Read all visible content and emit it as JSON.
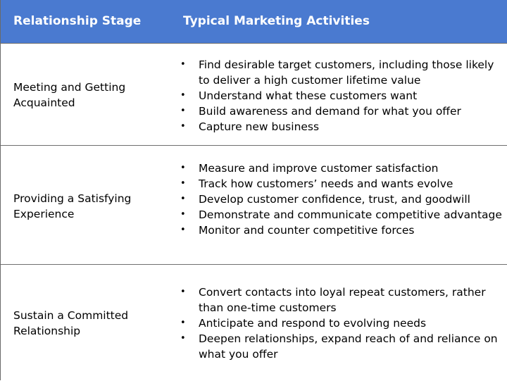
{
  "header": {
    "stage_label": "Relationship Stage",
    "activities_label": "Typical Marketing Activities"
  },
  "rows": [
    {
      "stage": "Meeting and Getting Acquainted",
      "activities": [
        "Find desirable target customers, including those likely to deliver a high customer lifetime value",
        "Understand what these customers want",
        "Build awareness and demand for what you offer",
        "Capture new business"
      ]
    },
    {
      "stage": "Providing a Satisfying Experience",
      "activities": [
        "Measure and improve customer satisfaction",
        "Track how customers’ needs and wants evolve",
        "Develop customer confidence, trust, and goodwill",
        "Demonstrate and communicate competitive advantage",
        "Monitor and counter competitive forces"
      ]
    },
    {
      "stage": "Sustain a Committed Relationship",
      "activities": [
        "Convert contacts into loyal repeat customers, rather than one-time customers",
        "Anticipate and respond to evolving needs",
        "Deepen relationships, expand reach of and reliance on what you offer"
      ]
    }
  ],
  "colors": {
    "header_bg": "#4a7ad0",
    "header_text": "#ffffff",
    "divider": "#6f6f6f"
  }
}
